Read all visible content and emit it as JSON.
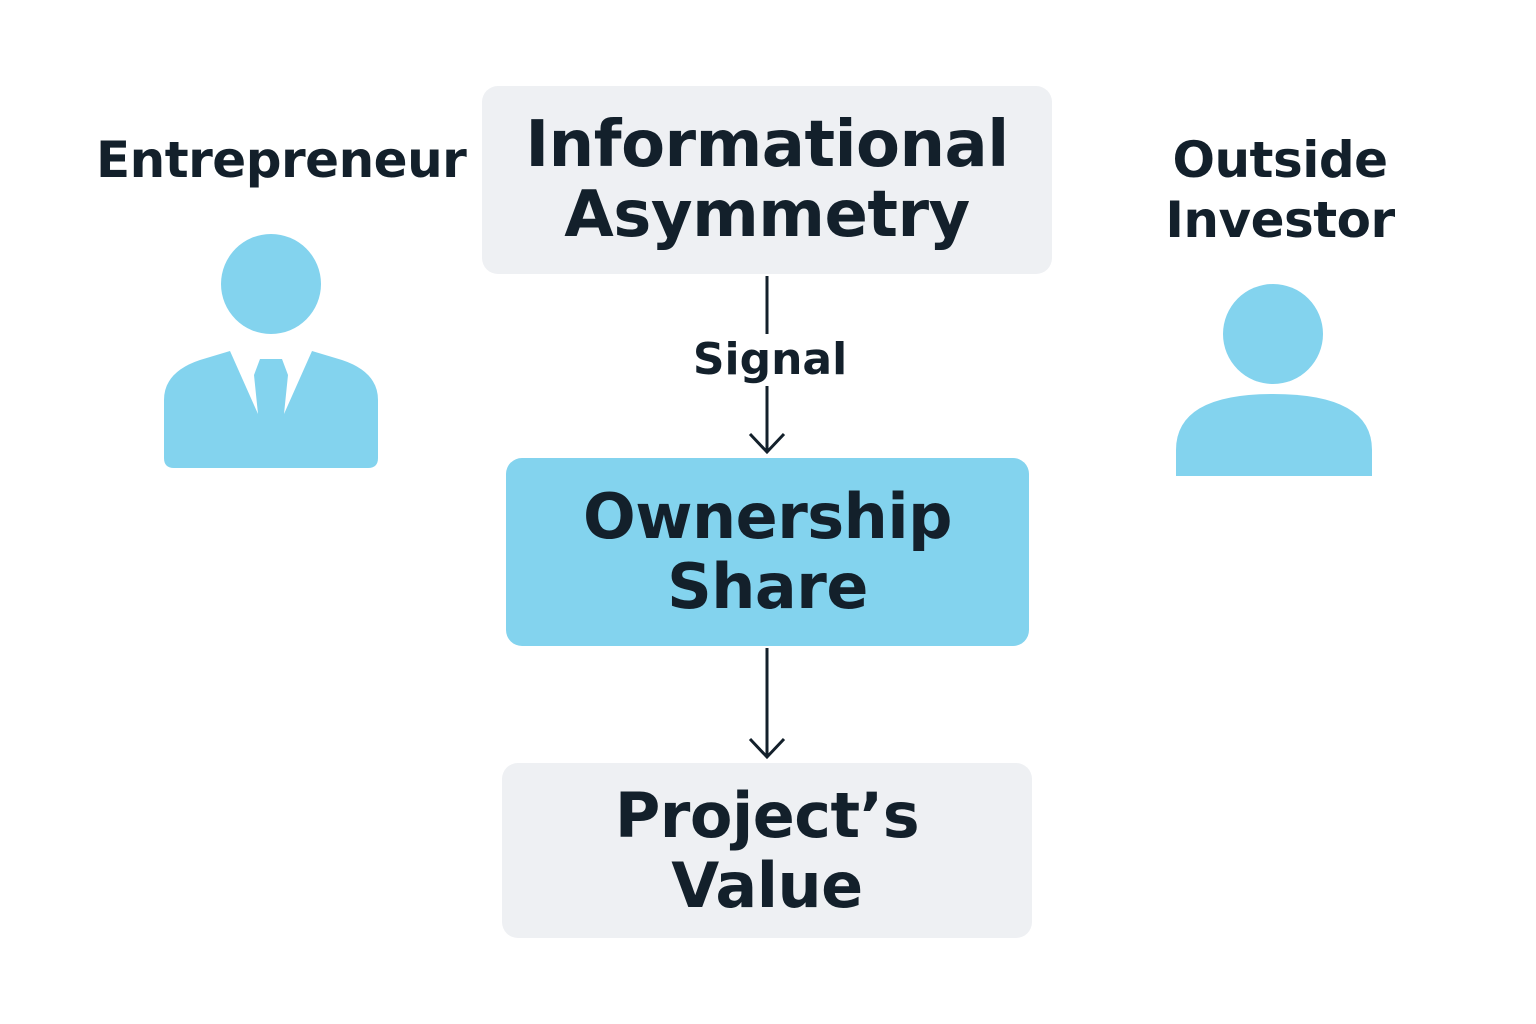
{
  "actors": {
    "entrepreneur": {
      "label": "Entrepreneur",
      "icon": "businessman-icon"
    },
    "investor": {
      "label": "Outside\nInvestor",
      "icon": "person-icon"
    }
  },
  "nodes": {
    "info": {
      "label": "Informational\nAsymmetry"
    },
    "ownership": {
      "label": "Ownership\nShare"
    },
    "value": {
      "label": "Project’s\nValue"
    }
  },
  "edges": {
    "signal": {
      "from": "info",
      "to": "ownership",
      "label": "Signal"
    },
    "result": {
      "from": "ownership",
      "to": "value",
      "label": ""
    }
  },
  "colors": {
    "accent": "#83d3ee",
    "neutral_box": "#eef0f3",
    "text": "#13202b",
    "icon": "#83d3ee"
  }
}
